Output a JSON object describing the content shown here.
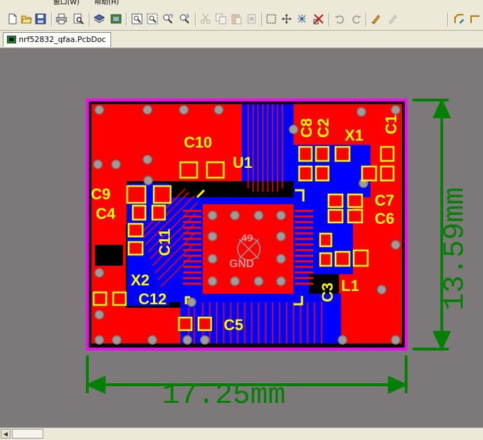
{
  "menu": {
    "window_label": "窗口(W)",
    "help_label": "帮助(H)"
  },
  "document_tab": {
    "label": "nrf52832_qfaa.PcbDoc"
  },
  "pcb": {
    "components": {
      "c8": "C8",
      "c2": "C2",
      "x1": "X1",
      "c1": "C1",
      "c10": "C10",
      "u1": "U1",
      "c9": "C9",
      "c4": "C4",
      "c11": "C11",
      "c7": "C7",
      "c6": "C6",
      "x2": "X2",
      "c12": "C12",
      "c3": "C3",
      "l1": "L1",
      "c5": "C5"
    },
    "net_labels": {
      "pad_number": "49",
      "gnd": "GND"
    },
    "dimensions": {
      "width": "17.25mm",
      "height": "13.59mm"
    }
  },
  "colors": {
    "canvas_bg": "#7d7879",
    "top_layer": "#ff0000",
    "bottom_layer": "#0000ff",
    "overlay": "#ffff00",
    "board_outline": "#ff00ff",
    "dimension": "#008000",
    "via": "#a09a9a"
  }
}
